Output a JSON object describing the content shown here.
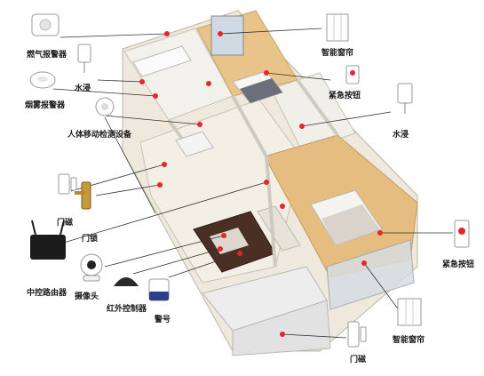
{
  "labels": {
    "gas_alarm": "燃气报警器",
    "water_leak_left": "水浸",
    "smoke_alarm": "烟雾报警器",
    "motion_sensor": "人体移动检测设备",
    "door_sensor_left": "门磁",
    "door_lock": "门锁",
    "router": "中控路由器",
    "camera": "摄像头",
    "ir_controller": "红外控制器",
    "siren": "警号",
    "smart_curtain_top": "智能窗帘",
    "panic_button_top": "紧急按钮",
    "water_leak_right": "水浸",
    "panic_button_right": "紧急按钮",
    "smart_curtain_bottom": "智能窗帘",
    "door_sensor_bottom": "门磁"
  },
  "colors": {
    "marker_red": "#e3262f",
    "leader_line": "#333333",
    "floor_wood": "#e9c48a",
    "floor_tile": "#f3f1ec",
    "wall": "#f7f5f0",
    "wall_shadow": "#cfcac0",
    "device_white": "#ffffff",
    "device_grey": "#d9dce2",
    "router_black": "#1c1c1c"
  },
  "icons": [
    "gas-alarm-icon",
    "water-leak-sensor-icon",
    "smoke-alarm-icon",
    "motion-sensor-icon",
    "door-sensor-icon",
    "door-lock-icon",
    "router-icon",
    "camera-icon",
    "ir-controller-icon",
    "siren-icon",
    "curtain-icon",
    "panic-button-icon"
  ]
}
